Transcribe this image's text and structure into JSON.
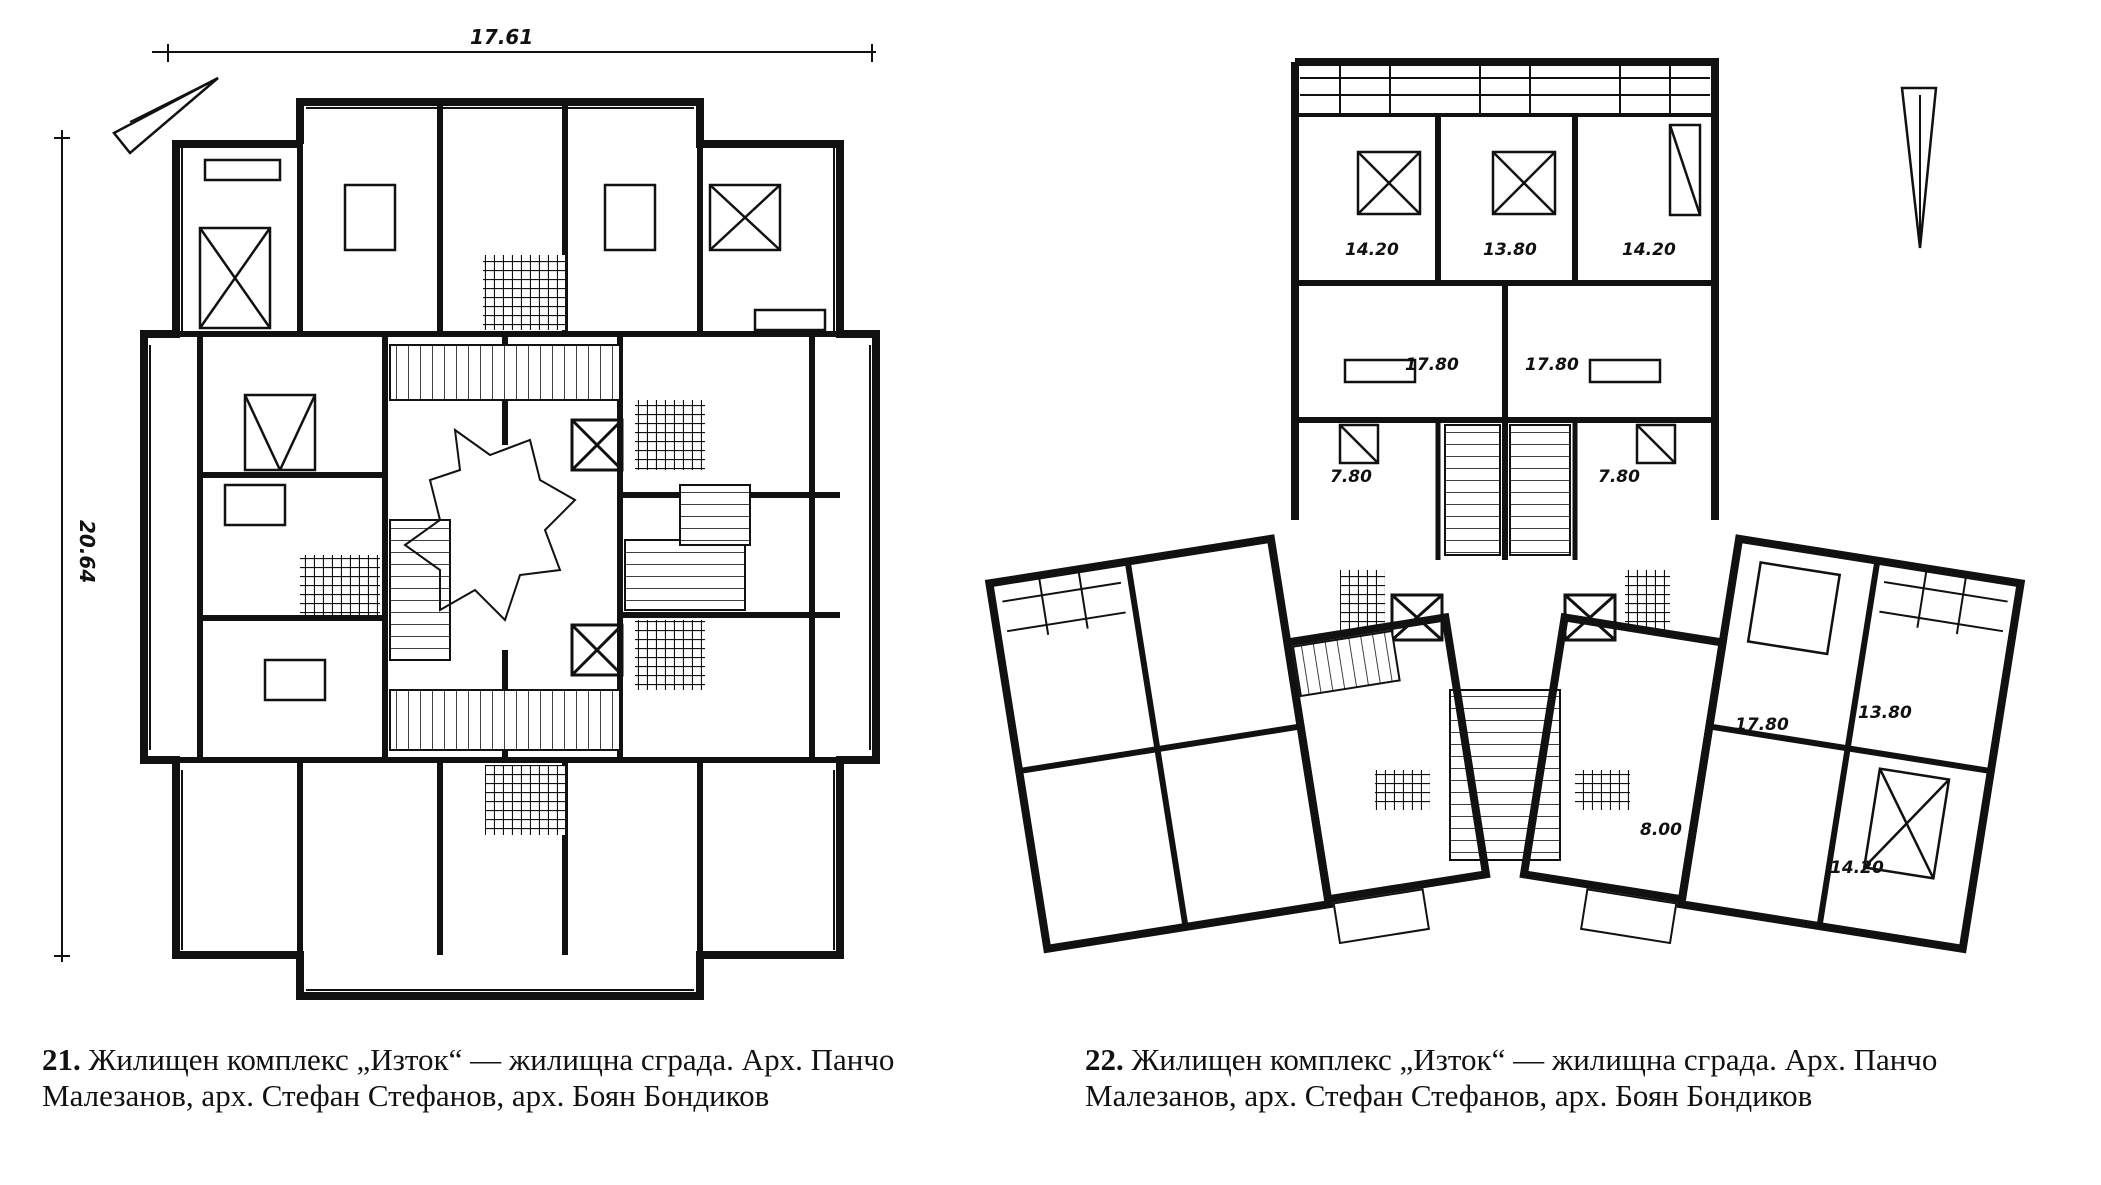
{
  "plan21": {
    "dim_width": "17.61",
    "dim_height": "20.64"
  },
  "plan22": {
    "room_areas": [
      "14.20",
      "13.80",
      "14.20",
      "17.80",
      "17.80",
      "7.80",
      "7.80",
      "17.80",
      "13.80",
      "8.00",
      "14.20"
    ]
  },
  "captions": [
    {
      "number": "21.",
      "text": "Жилищен комплекс „Изток“ — жилищна сграда. Арх. Панчо Малезанов, арх. Стефан Стефанов, арх. Боян Бондиков"
    },
    {
      "number": "22.",
      "text": "Жилищен комплекс „Изток“ — жилищна сграда. Арх. Панчо Малезанов, арх. Стефан Стефанов, арх. Боян Бондиков"
    }
  ]
}
